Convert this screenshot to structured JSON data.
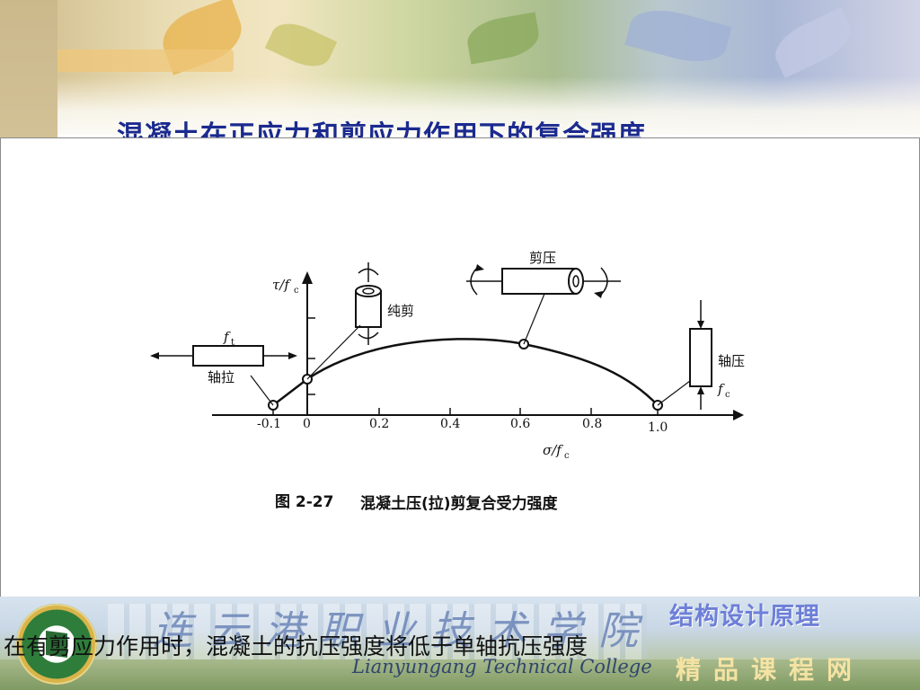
{
  "slide": {
    "title": "混凝土在正应力和剪应力作用下的复合强度",
    "caption": "在有剪应力作用时，混凝土的抗压强度将低于单轴抗压强度"
  },
  "figure": {
    "y_axis_label": "τ/f",
    "y_axis_sub": "c",
    "x_axis_label": "σ/f",
    "x_axis_sub": "c",
    "tick_labels": [
      "-0.1",
      "0",
      "0.2",
      "0.4",
      "0.6",
      "0.8",
      "1.0"
    ],
    "label_ft": "f",
    "label_ft_sub": "t",
    "label_fc": "f",
    "label_fc_sub": "c",
    "label_axial_tension": "轴拉",
    "label_pure_shear": "纯剪",
    "label_shear_compression": "剪压",
    "label_axial_compression": "轴压",
    "figure_number": "图 2-27",
    "figure_caption": "混凝土压(拉)剪复合受力强度"
  },
  "footer": {
    "college_cn": "连云港职业技术学院",
    "college_en": "Lianyungang Technical College",
    "course_title": "结构设计原理",
    "course_subtitle": "精品课程网"
  },
  "colors": {
    "title": "#1b2a8f",
    "course_title": "#6d7fd8",
    "figure_ink": "#111111"
  }
}
